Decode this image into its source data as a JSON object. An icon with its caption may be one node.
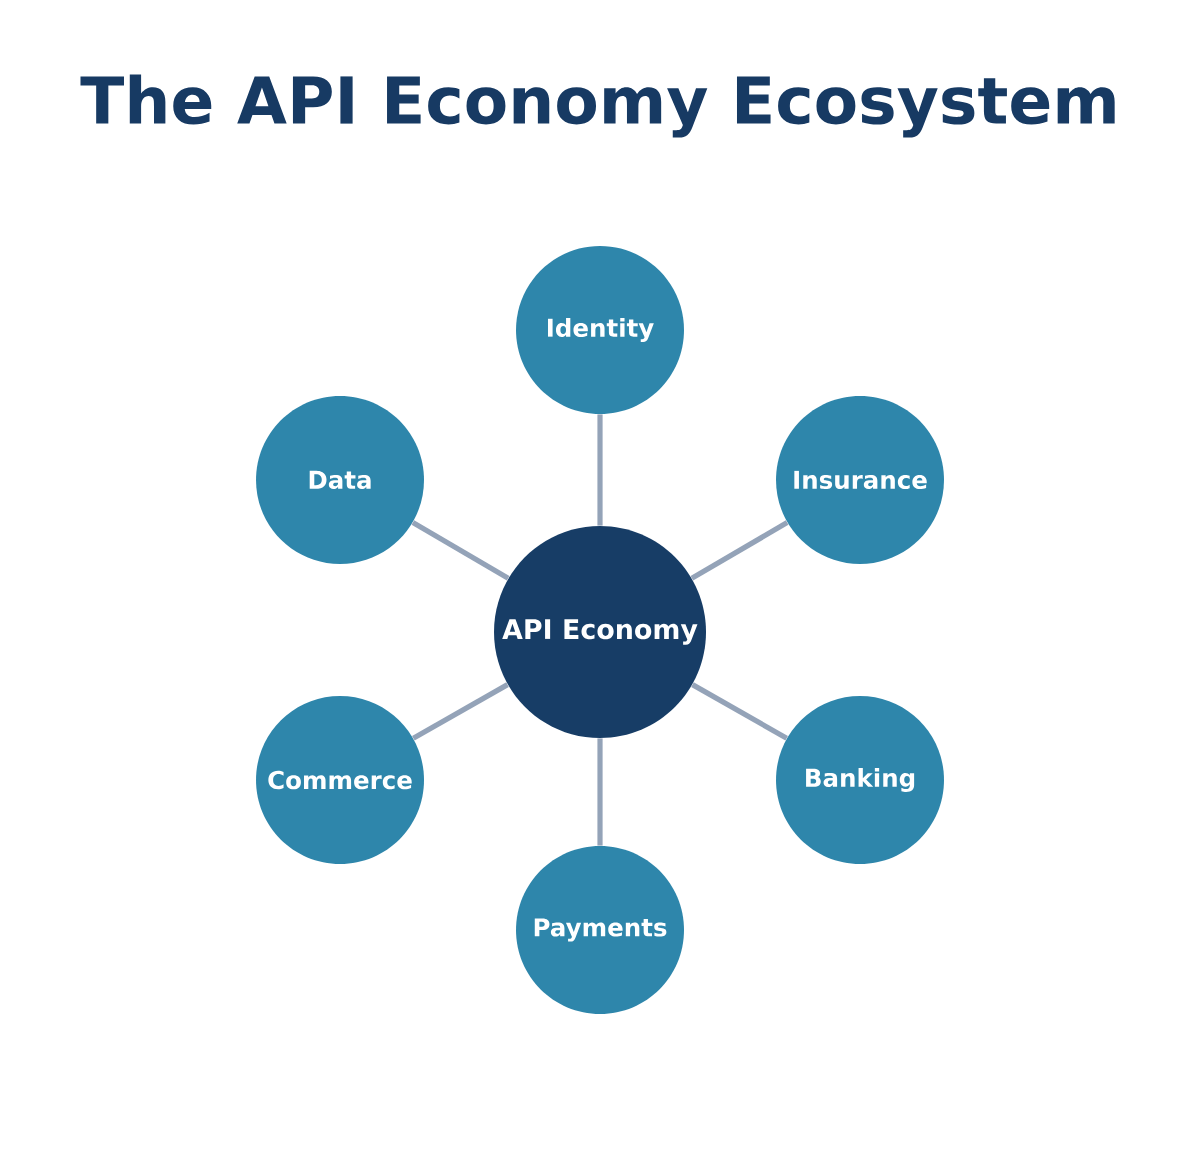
{
  "diagram": {
    "title": "The API Economy Ecosystem",
    "nodes": [
      {
        "text": [
          "Identity"
        ]
      },
      {
        "text": [
          "Data"
        ]
      },
      {
        "text": [
          "Insurance"
        ]
      },
      {
        "text": [
          "API Economy"
        ]
      },
      {
        "text": [
          "Commerce"
        ]
      },
      {
        "text": [
          "Banking"
        ]
      },
      {
        "text": [
          "Payments"
        ]
      }
    ],
    "edges": [
      {
        "from": 3,
        "to": 0,
        "arrow": "none"
      },
      {
        "from": 3,
        "to": 2,
        "arrow": "none"
      },
      {
        "from": 3,
        "to": 5,
        "arrow": "none"
      },
      {
        "from": 3,
        "to": 6,
        "arrow": "none"
      },
      {
        "from": 3,
        "to": 4,
        "arrow": "none"
      },
      {
        "from": 3,
        "to": 1,
        "arrow": "none"
      }
    ]
  }
}
